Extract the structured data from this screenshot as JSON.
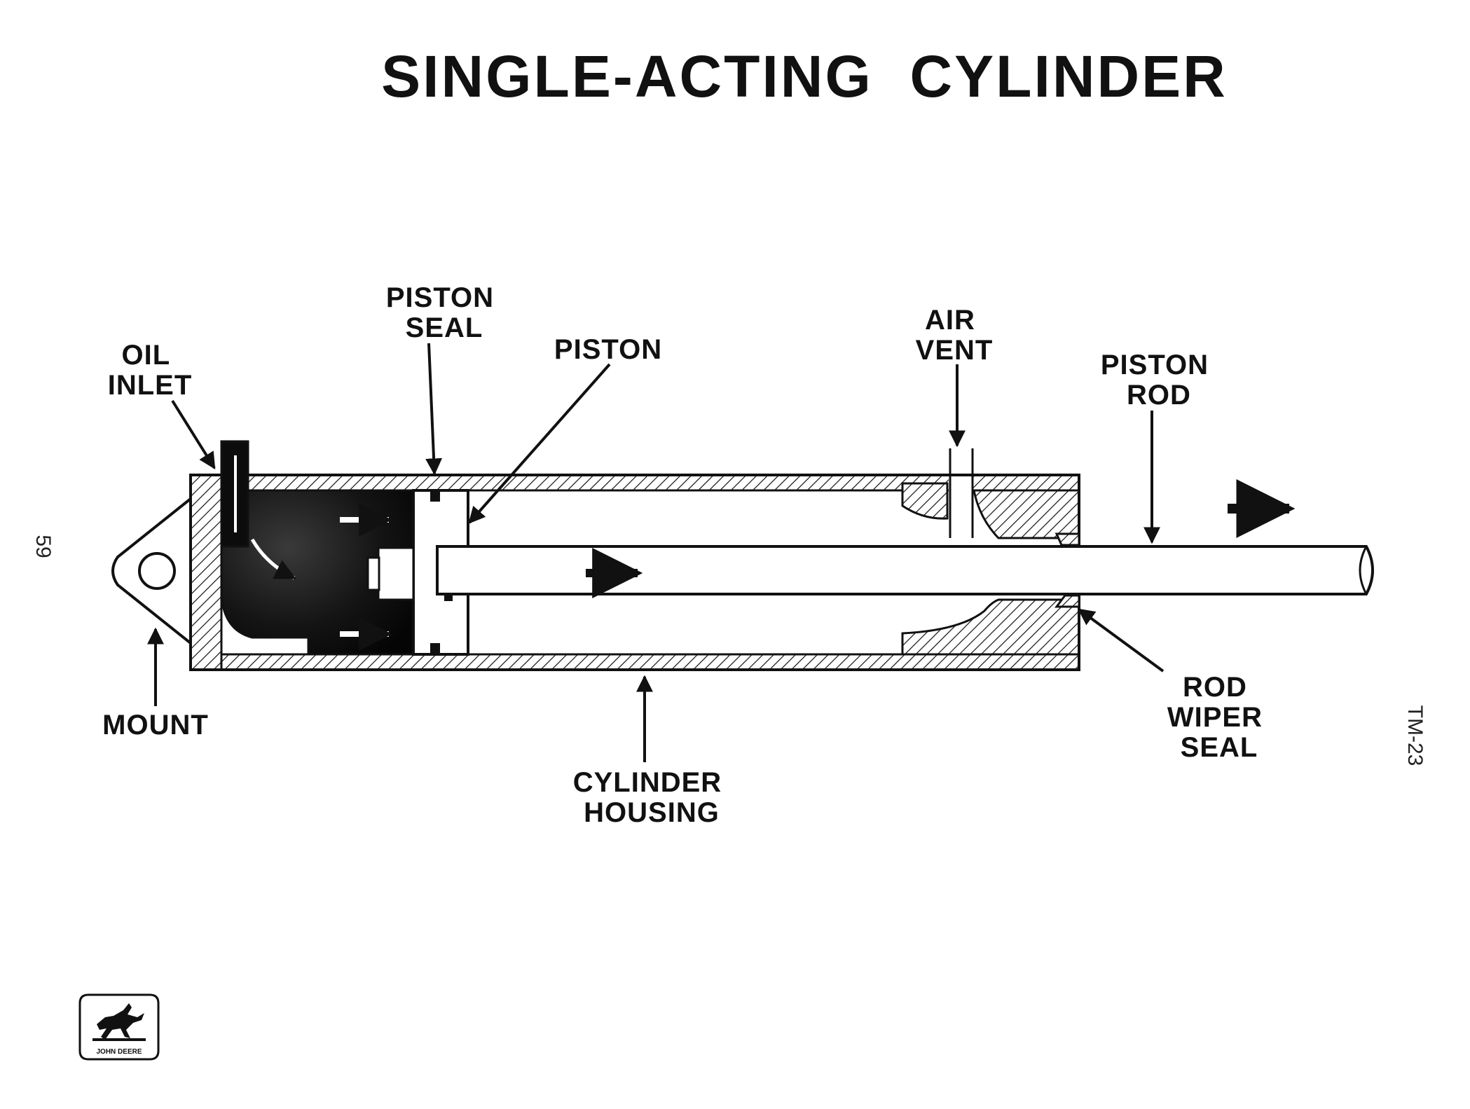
{
  "title": "SINGLE-ACTING  CYLINDER",
  "labels": {
    "oil_inlet": [
      "OIL",
      "INLET"
    ],
    "piston_seal": [
      "PISTON",
      "SEAL"
    ],
    "piston": [
      "PISTON"
    ],
    "air_vent": [
      "AIR",
      "VENT"
    ],
    "piston_rod": [
      "PISTON",
      "ROD"
    ],
    "mount": [
      "MOUNT"
    ],
    "cylinder_housing": [
      "CYLINDER",
      "HOUSING"
    ],
    "rod_wiper_seal": [
      "ROD",
      "WIPER",
      "SEAL"
    ]
  },
  "page_number": "59",
  "figure_code": "TM-23",
  "logo": {
    "text": "JOHN DEERE",
    "icon": "leaping-deer-icon"
  },
  "colors": {
    "ink": "#111111",
    "oil": "#1a1a1a",
    "paper": "#ffffff"
  }
}
